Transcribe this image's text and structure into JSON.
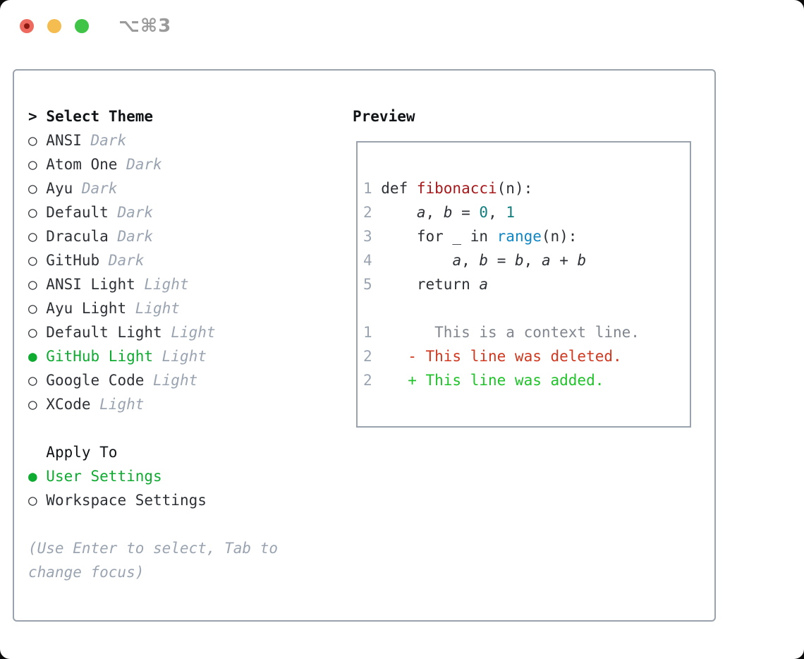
{
  "window": {
    "title": "⌥⌘3",
    "traffic_lights": {
      "close": "close-button",
      "minimize": "minimize-button",
      "zoom": "zoom-button"
    }
  },
  "colors": {
    "green_selected": "#0fab31",
    "border_gray": "#99a2ad",
    "text_dark": "#2d3136",
    "suffix_gray": "#9aa4b1",
    "line_number_gray": "#9aa4b1",
    "title_gray": "#9b9b9b",
    "func_red": "#a8181b",
    "num_teal": "#0e7d7d",
    "call_blue": "#0e86c5",
    "diff_context_gray": "#80868e",
    "diff_deleted_red": "#d0371e",
    "diff_added_green": "#1ec328",
    "traffic_red": "#ee6a5f",
    "traffic_red_dot": "#8c1a11",
    "traffic_yellow": "#f5bd4f",
    "traffic_green": "#3fc447"
  },
  "theme_panel": {
    "header": {
      "marker": ">",
      "label": "Select Theme"
    },
    "unselected_marker": "○",
    "selected_marker": "●",
    "themes": [
      {
        "name": "ANSI",
        "variant": "Dark",
        "selected": false
      },
      {
        "name": "Atom One",
        "variant": "Dark",
        "selected": false
      },
      {
        "name": "Ayu",
        "variant": "Dark",
        "selected": false
      },
      {
        "name": "Default",
        "variant": "Dark",
        "selected": false
      },
      {
        "name": "Dracula",
        "variant": "Dark",
        "selected": false
      },
      {
        "name": "GitHub",
        "variant": "Dark",
        "selected": false
      },
      {
        "name": "ANSI Light",
        "variant": "Light",
        "selected": false
      },
      {
        "name": "Ayu Light",
        "variant": "Light",
        "selected": false
      },
      {
        "name": "Default Light",
        "variant": "Light",
        "selected": false
      },
      {
        "name": "GitHub Light",
        "variant": "Light",
        "selected": true
      },
      {
        "name": "Google Code",
        "variant": "Light",
        "selected": false
      },
      {
        "name": "XCode",
        "variant": "Light",
        "selected": false
      }
    ],
    "apply_to": {
      "label": "Apply To",
      "options": [
        {
          "name": "User Settings",
          "selected": true
        },
        {
          "name": "Workspace Settings",
          "selected": false
        }
      ]
    },
    "hint_lines": [
      "(Use Enter to select, Tab to",
      "change focus)"
    ]
  },
  "preview": {
    "label": "Preview",
    "code_lines": [
      {
        "num": "1",
        "segments": [
          {
            "t": "def ",
            "s": "p"
          },
          {
            "t": "fibonacci",
            "s": "fn"
          },
          {
            "t": "(n):",
            "s": "p"
          }
        ]
      },
      {
        "num": "2",
        "segments": [
          {
            "t": "    ",
            "s": "p"
          },
          {
            "t": "a",
            "s": "v"
          },
          {
            "t": ", ",
            "s": "p"
          },
          {
            "t": "b",
            "s": "v"
          },
          {
            "t": " = ",
            "s": "p"
          },
          {
            "t": "0",
            "s": "n"
          },
          {
            "t": ", ",
            "s": "p"
          },
          {
            "t": "1",
            "s": "n"
          }
        ]
      },
      {
        "num": "3",
        "segments": [
          {
            "t": "    for _ in ",
            "s": "p"
          },
          {
            "t": "range",
            "s": "b"
          },
          {
            "t": "(n):",
            "s": "p"
          }
        ]
      },
      {
        "num": "4",
        "segments": [
          {
            "t": "        ",
            "s": "p"
          },
          {
            "t": "a",
            "s": "v"
          },
          {
            "t": ", ",
            "s": "p"
          },
          {
            "t": "b",
            "s": "v"
          },
          {
            "t": " = ",
            "s": "p"
          },
          {
            "t": "b",
            "s": "v"
          },
          {
            "t": ", ",
            "s": "p"
          },
          {
            "t": "a",
            "s": "v"
          },
          {
            "t": " + ",
            "s": "p"
          },
          {
            "t": "b",
            "s": "v"
          }
        ]
      },
      {
        "num": "5",
        "segments": [
          {
            "t": "    return ",
            "s": "p"
          },
          {
            "t": "a",
            "s": "v"
          }
        ]
      },
      {
        "num": "",
        "segments": []
      },
      {
        "num": "1",
        "segments": [
          {
            "t": "      This is a context line.",
            "s": "ctx"
          }
        ]
      },
      {
        "num": "2",
        "segments": [
          {
            "t": "   - This line was deleted.",
            "s": "del"
          }
        ]
      },
      {
        "num": "2",
        "segments": [
          {
            "t": "   + This line was added.",
            "s": "add"
          }
        ]
      }
    ]
  }
}
